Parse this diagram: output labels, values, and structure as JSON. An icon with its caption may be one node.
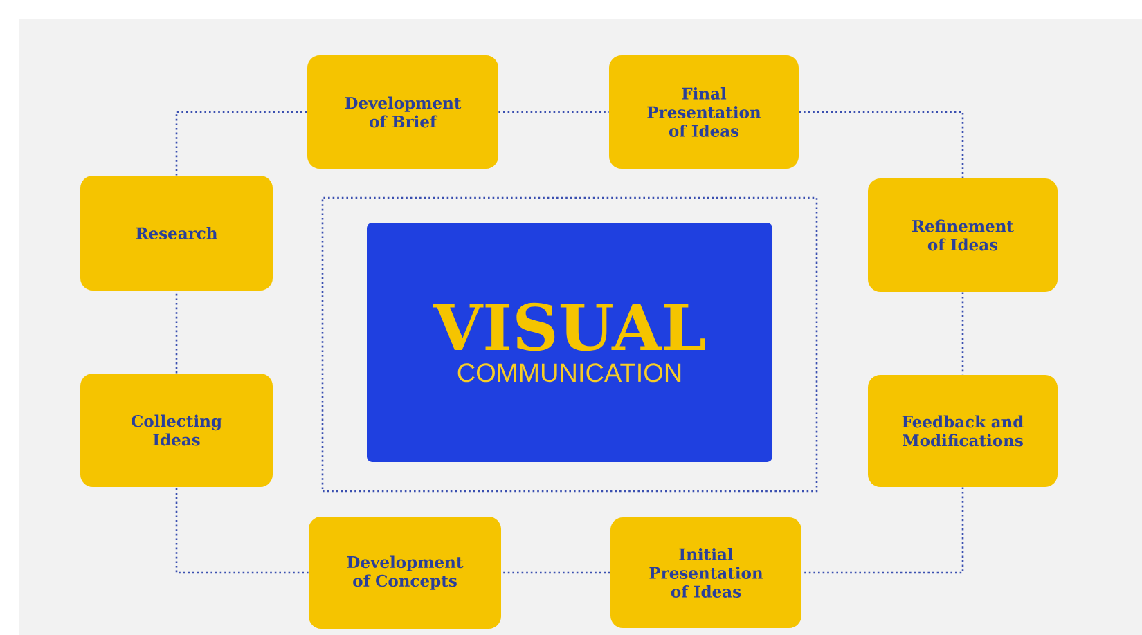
{
  "diagram": {
    "nodes": [
      {
        "text": [
          "Development of Brief"
        ]
      },
      {
        "text": [
          "Final Presentation of Ideas"
        ]
      },
      {
        "text": [
          "Research"
        ]
      },
      {
        "text": [
          "Refinement of Ideas"
        ]
      },
      {
        "text": [],
        "shape": "box"
      },
      {
        "text": [
          "VISUAL",
          "COMMUNICATION"
        ],
        "in": 4
      },
      {
        "text": [
          "Collecting Ideas"
        ]
      },
      {
        "text": [
          "Feedback and Modifications"
        ]
      },
      {
        "text": [
          "Development of Concepts"
        ]
      },
      {
        "text": [
          "Initial Presentation of Ideas"
        ]
      }
    ],
    "edges": [
      {
        "from": 2,
        "to": 0,
        "arrow": "none"
      },
      {
        "from": 0,
        "to": 1,
        "arrow": "none"
      },
      {
        "from": 1,
        "to": 3,
        "arrow": "none"
      },
      {
        "from": 3,
        "to": 7,
        "arrow": "none"
      },
      {
        "from": 7,
        "to": 9,
        "arrow": "none"
      },
      {
        "from": 9,
        "to": 8,
        "arrow": "none"
      },
      {
        "from": 8,
        "to": 6,
        "arrow": "none"
      },
      {
        "from": 6,
        "to": 2,
        "arrow": "none"
      }
    ]
  }
}
